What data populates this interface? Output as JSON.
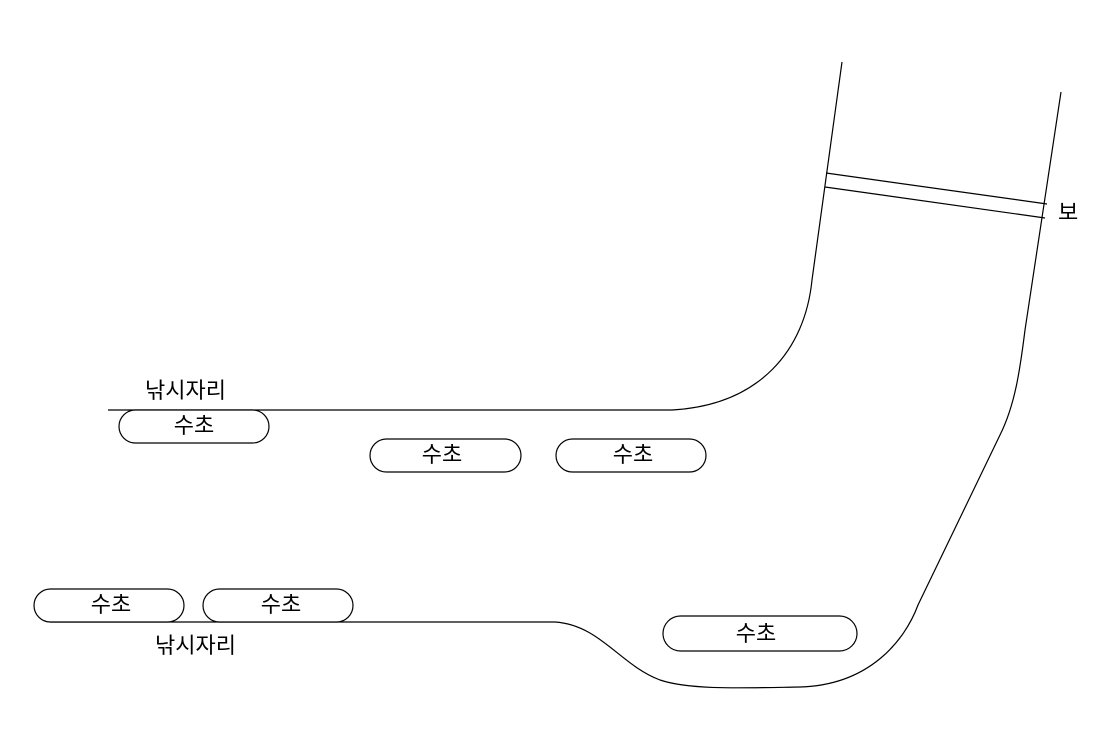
{
  "labels": {
    "fishing_spot_upper": "낚시자리",
    "fishing_spot_lower": "낚시자리",
    "weir": "보"
  },
  "weed_beds": [
    {
      "label": "수초"
    },
    {
      "label": "수초"
    },
    {
      "label": "수초"
    },
    {
      "label": "수초"
    },
    {
      "label": "수초"
    },
    {
      "label": "수초"
    }
  ]
}
